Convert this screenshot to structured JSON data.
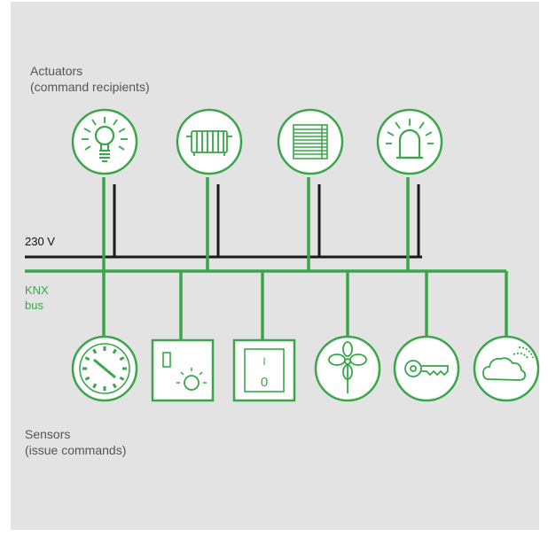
{
  "diagram": {
    "actuators_title": "Actuators",
    "actuators_subtitle": "(command recipients)",
    "sensors_title": "Sensors",
    "sensors_subtitle": "(issue commands)",
    "power_label": "230 V",
    "bus_label_line1": "KNX",
    "bus_label_line2": "bus",
    "actuators": [
      {
        "icon": "light-bulb-icon"
      },
      {
        "icon": "radiator-icon"
      },
      {
        "icon": "blinds-icon"
      },
      {
        "icon": "alarm-light-icon"
      }
    ],
    "sensors": [
      {
        "icon": "clock-icon"
      },
      {
        "icon": "thermostat-icon"
      },
      {
        "icon": "switch-icon"
      },
      {
        "icon": "wind-sensor-icon"
      },
      {
        "icon": "key-icon"
      },
      {
        "icon": "weather-sensor-icon"
      }
    ],
    "switch_symbols": [
      "I",
      "0"
    ],
    "colors": {
      "knx_green": "#3aa64a",
      "power_black": "#1a1a1a",
      "panel_bg": "#e3e3e3"
    }
  }
}
